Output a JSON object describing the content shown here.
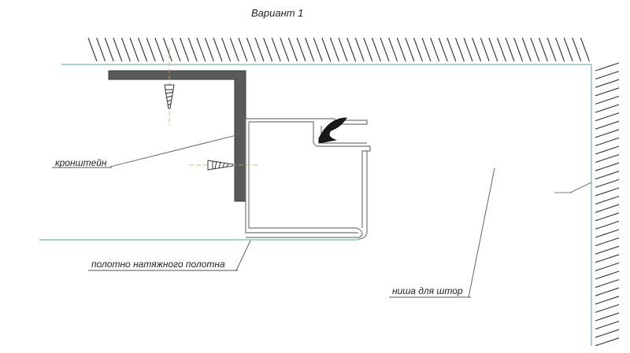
{
  "title": "Вариант 1",
  "labels": {
    "bracket": "кронштейн",
    "canvas": "полотно натяжного полотна",
    "niche": "ниша для штор"
  },
  "colors": {
    "line": "#5f9ea0",
    "hatch": "#333333",
    "bracket": "#5a5a5a",
    "profile": "#777777",
    "text": "#222222"
  }
}
